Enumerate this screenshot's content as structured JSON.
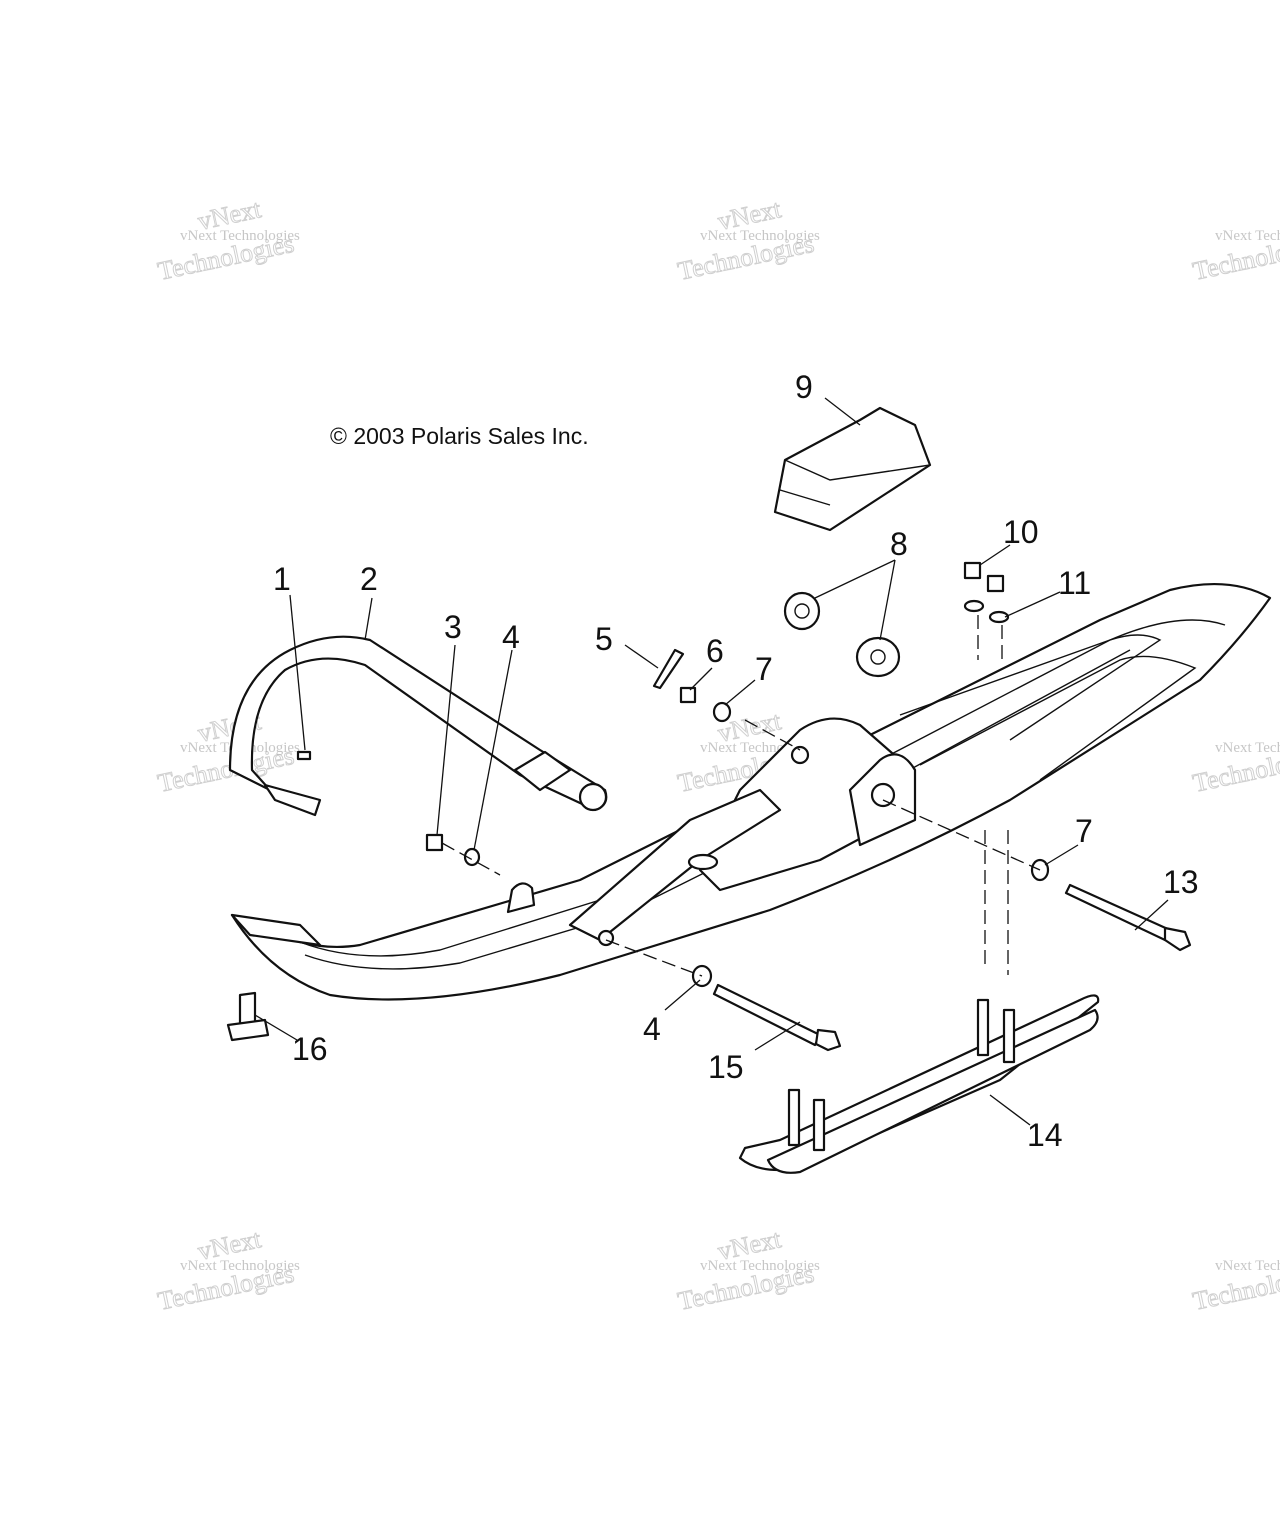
{
  "copyright": "© 2003 Polaris Sales Inc.",
  "watermark": {
    "line1": "vNext Technologies",
    "line2": "Technologies",
    "line3": "vNext",
    "color": "#999999"
  },
  "callouts": [
    "1",
    "2",
    "3",
    "4",
    "5",
    "6",
    "7",
    "8",
    "9",
    "10",
    "11",
    "13",
    "4",
    "15",
    "14",
    "7",
    "16"
  ],
  "parts": [
    {
      "id": "1",
      "icon": "ski-wear-bar-icon"
    },
    {
      "id": "2",
      "icon": "ski-loop-handle-icon"
    },
    {
      "id": "3",
      "icon": "lock-nut-icon"
    },
    {
      "id": "4",
      "icon": "washer-icon"
    },
    {
      "id": "5",
      "icon": "cotter-pin-icon"
    },
    {
      "id": "6",
      "icon": "nut-icon"
    },
    {
      "id": "7",
      "icon": "washer-icon"
    },
    {
      "id": "8",
      "icon": "bushing-icon"
    },
    {
      "id": "9",
      "icon": "ski-saddle-icon"
    },
    {
      "id": "10",
      "icon": "lock-nut-icon"
    },
    {
      "id": "11",
      "icon": "washer-icon"
    },
    {
      "id": "13",
      "icon": "bolt-icon"
    },
    {
      "id": "14",
      "icon": "carbide-runner-icon"
    },
    {
      "id": "15",
      "icon": "bolt-icon"
    },
    {
      "id": "16",
      "icon": "bolt-icon"
    }
  ],
  "colors": {
    "line": "#111111",
    "background": "#ffffff"
  }
}
